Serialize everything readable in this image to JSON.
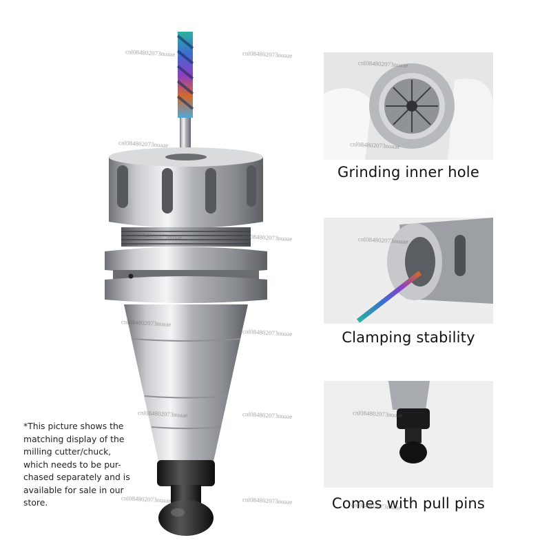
{
  "features": [
    {
      "caption": "Grinding inner hole"
    },
    {
      "caption": "Clamping stability"
    },
    {
      "caption": "Comes with pull pins"
    }
  ],
  "disclaimer_lines": [
    "*This picture shows the",
    "matching display of the",
    "milling cutter/chuck,",
    "which needs to be pur-",
    "chased separately and is",
    "available for sale in our",
    "store."
  ],
  "watermark": "cnl084802073nuaae"
}
